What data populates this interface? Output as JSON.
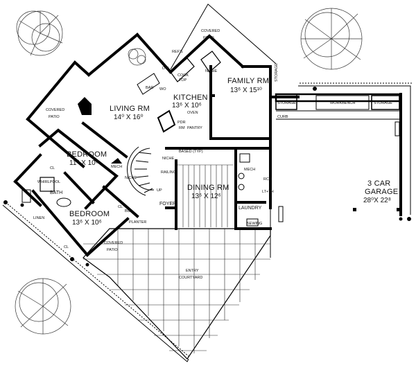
{
  "rooms": {
    "family": {
      "name": "FAMILY RM",
      "dim": "13⁶ X 15¹⁰"
    },
    "kitchen": {
      "name": "KITCHEN",
      "dim": "13⁶ X 10⁶"
    },
    "living": {
      "name": "LIVING RM",
      "dim": "14⁰ X 16⁰"
    },
    "bedroom1": {
      "name": "BEDROOM",
      "dim": "11⁰ X 10⁶"
    },
    "bedroom2": {
      "name": "BEDROOM",
      "dim": "13⁶ X 10⁶"
    },
    "dining": {
      "name": "DINING RM",
      "dim": "13⁶ X 12⁶"
    },
    "garage": {
      "name": "3 CAR",
      "name2": "GARAGE",
      "dim": "28⁰X 22⁸"
    }
  },
  "labels": {
    "covered_patio_top": [
      "COVERED",
      "PATIO"
    ],
    "covered_patio_left": [
      "COVERED",
      "PATIO"
    ],
    "covered_patio_bottom": [
      "COVERED",
      "PATIO"
    ],
    "entry_courtyard": [
      "ENTRY",
      "COURTYARD"
    ],
    "bath": "BATH",
    "laundry": "LAUNDRY",
    "foyer": "FOYER",
    "pdr": [
      "PDR",
      "RM"
    ],
    "storage": [
      "STORAGE",
      "STORAGE",
      "STORAGE"
    ],
    "workbench": "WORKBENCH",
    "curb": "CURB",
    "mech": [
      "MECH",
      "MECH"
    ],
    "niche": [
      "NICHE",
      "NICHE",
      "NICHE"
    ],
    "railing": "RAILING",
    "up": "UP",
    "planter": "PLANTER",
    "oven": "OVEN",
    "pantry": "PANTRY",
    "cook_top": [
      "COOK",
      "TOP"
    ],
    "refs": "REF'S",
    "bar": "BAR",
    "dw": "DW",
    "wall_oven": "WO",
    "cl": [
      "CL",
      "CL",
      "CL"
    ],
    "bc": "BC",
    "linen": "LINEN",
    "whirlpool": "WHIRLPOOL",
    "based_typ": "BASED (TYP)",
    "rch": "RCH",
    "lt_th": "LT+TH",
    "sewing": "SEWING"
  }
}
